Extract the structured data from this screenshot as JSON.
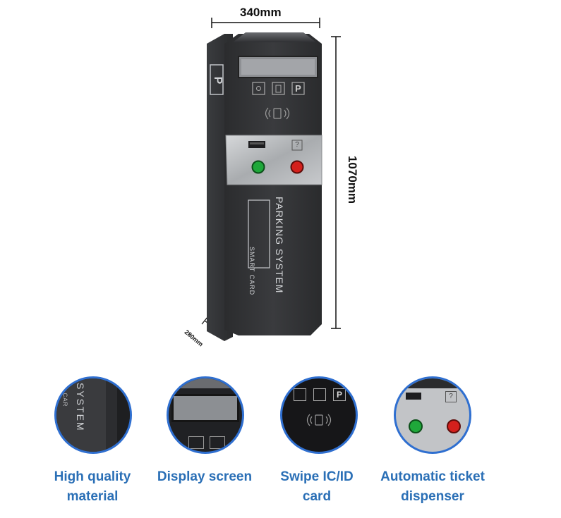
{
  "dimensions": {
    "width": "340mm",
    "height": "1070mm",
    "depth": "280mm"
  },
  "machine": {
    "side_letter": "P",
    "panel_p_icon": "P",
    "brand_main": "PARKING SYSTEM",
    "brand_sub": "SMART CARD",
    "icons": [
      "display-icon",
      "ticket-icon",
      "parking-p-icon",
      "rfid-card-icon",
      "help-icon"
    ],
    "colors": {
      "body": "#2e3032",
      "steel": "#b9bcbf",
      "green_button": "#1fa83a",
      "red_button": "#d4201c",
      "label_blue": "#2a6fb6",
      "ring_blue": "#2f6fd0"
    }
  },
  "features": [
    {
      "line1": "High quality",
      "line2": "material"
    },
    {
      "line1": "Display screen",
      "line2": ""
    },
    {
      "line1": "Swipe IC/ID",
      "line2": "card"
    },
    {
      "line1": "Automatic ticket",
      "line2": "dispenser"
    }
  ],
  "detail_texts": {
    "material_word1": "SYSTEM",
    "material_word2": "CAR"
  }
}
